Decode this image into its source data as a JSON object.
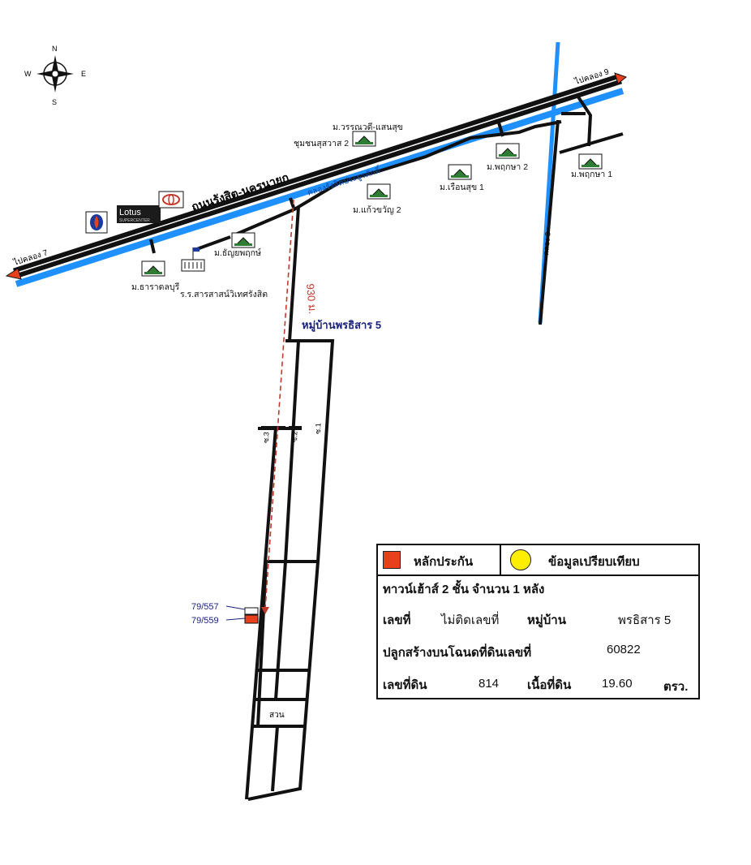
{
  "compass": {
    "n": "N",
    "s": "S",
    "e": "E",
    "w": "W"
  },
  "roads": {
    "main_road": "ถนนรังสิต-นครนายก",
    "canal_main": "คลองรังสิตประยูรศักดิ์",
    "canal_8": "คลอง 8",
    "to_klong_7": "ไปคลอง 7",
    "to_klong_9": "ไปคลอง 9",
    "distance": "930 ม.",
    "village_entry": "หมู่บ้านพรธิสาร 5",
    "soi_1": "ซ.1",
    "soi_2": "ซ.2",
    "soi_3": "ซ.3",
    "park": "สวน"
  },
  "places": {
    "wannawadee": "ม.วรรณวดี-แสนสุข",
    "chumchon": "ชุมชนสุสวาส 2",
    "pruksa2": "ม.พฤกษา 2",
    "pruksa1": "ม.พฤกษา 1",
    "ruensuk1": "ม.เรือนสุข 1",
    "kaewkwan2": "ม.แก้วขวัญ 2",
    "thanyapruek": "ม.ธัญยพฤกษ์",
    "tharadolburi": "ม.ธาราดลบุรี",
    "school": "ร.ร.สารสาสน์วิเทศรังสิต",
    "lotus": "Lotus",
    "lotus_sub": "SUPERCENTER"
  },
  "plots": {
    "a": "79/557",
    "b": "79/559"
  },
  "colors": {
    "road": "#111111",
    "canal": "#1e90ff",
    "collateral": "#e8401c",
    "compare": "#ffee00",
    "route": "#c0392b",
    "label_blue": "#1a237e"
  },
  "info": {
    "legend_collateral": "หลักประกัน",
    "legend_compare": "ข้อมูลเปรียบเทียบ",
    "building": "ทาวน์เฮ้าส์ 2 ชั้น จำนวน 1 หลัง",
    "house_no_label": "เลขที่",
    "house_no_value": "ไม่ติดเลขที่",
    "village_label": "หมู่บ้าน",
    "village_value": "พรธิสาร 5",
    "deed_label": "ปลูกสร้างบนโฉนดที่ดินเลขที่",
    "deed_value": "60822",
    "land_no_label": "เลขที่ดิน",
    "land_no_value": "814",
    "area_label": "เนื้อที่ดิน",
    "area_value": "19.60",
    "area_unit": "ตรว."
  }
}
